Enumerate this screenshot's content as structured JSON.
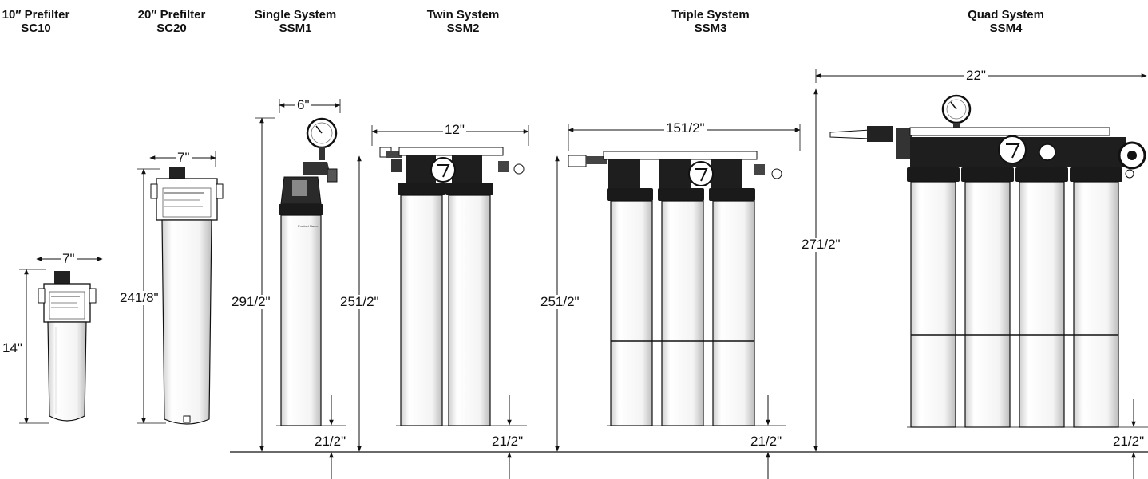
{
  "products": [
    {
      "title1": "10″ Prefilter",
      "title2": "SC10",
      "width": "7\"",
      "height": "14\""
    },
    {
      "title1": "20″ Prefilter",
      "title2": "SC20",
      "width": "7\"",
      "height": "24",
      "height_frac": "1/8\""
    },
    {
      "title1": "Single System",
      "title2": "SSM1",
      "width": "6\"",
      "height": "29",
      "height_frac": "1/2\"",
      "clearance": "2",
      "clearance_frac": "1/2\""
    },
    {
      "title1": "Twin System",
      "title2": "SSM2",
      "width": "12\"",
      "height": "25",
      "height_frac": "1/2\"",
      "clearance": "2",
      "clearance_frac": "1/2\""
    },
    {
      "title1": "Triple System",
      "title2": "SSM3",
      "width": "15",
      "width_frac": "1/2\"",
      "height": "25",
      "height_frac": "1/2\"",
      "clearance": "2",
      "clearance_frac": "1/2\""
    },
    {
      "title1": "Quad System",
      "title2": "SSM4",
      "width": "22\"",
      "height": "27",
      "height_frac": "1/2\"",
      "clearance": "2",
      "clearance_frac": "1/2\""
    }
  ],
  "colors": {
    "line": "#111111",
    "body": "#ffffff",
    "dark": "#1a1a1a"
  }
}
